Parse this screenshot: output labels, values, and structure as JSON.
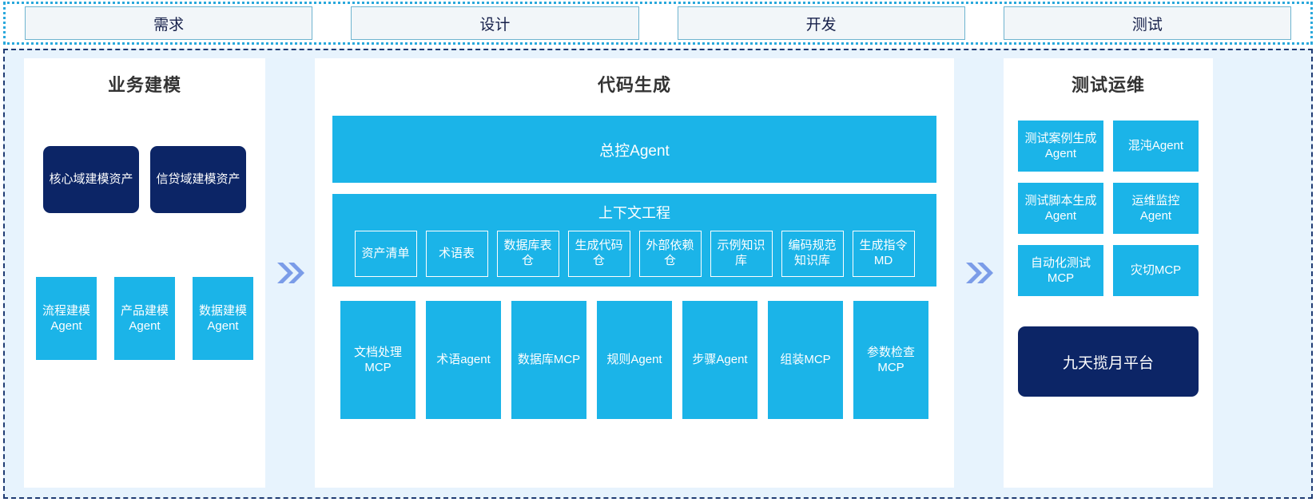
{
  "stages": {
    "items": [
      {
        "label": "需求"
      },
      {
        "label": "设计"
      },
      {
        "label": "开发"
      },
      {
        "label": "测试"
      }
    ]
  },
  "colors": {
    "cyan": "#1bb4e8",
    "navy": "#0c2566",
    "band_bg": "#e7f3fd",
    "arrow": "#7b9ce8",
    "stage_border": "#6fb4cf",
    "title": "#333333"
  },
  "left_panel": {
    "title": "业务建模",
    "assets": [
      {
        "label": "核心域建模资产"
      },
      {
        "label": "信贷域建模资产"
      }
    ],
    "agents": [
      {
        "label": "流程建模Agent"
      },
      {
        "label": "产品建模Agent"
      },
      {
        "label": "数据建模Agent"
      }
    ]
  },
  "center_panel": {
    "title": "代码生成",
    "controller": {
      "label": "总控Agent"
    },
    "context": {
      "title": "上下文工程",
      "items": [
        {
          "label": "资产清单"
        },
        {
          "label": "术语表"
        },
        {
          "label": "数据库表仓"
        },
        {
          "label": "生成代码仓"
        },
        {
          "label": "外部依赖仓"
        },
        {
          "label": "示例知识库"
        },
        {
          "label": "编码规范知识库"
        },
        {
          "label": "生成指令MD"
        }
      ]
    },
    "tools": [
      {
        "label": "文档处理MCP"
      },
      {
        "label": "术语agent"
      },
      {
        "label": "数据库MCP"
      },
      {
        "label": "规则Agent"
      },
      {
        "label": "步骤Agent"
      },
      {
        "label": "组装MCP"
      },
      {
        "label": "参数检查MCP"
      }
    ]
  },
  "right_panel": {
    "title": "测试运维",
    "items": [
      {
        "label": "测试案例生成Agent"
      },
      {
        "label": "混沌Agent"
      },
      {
        "label": "测试脚本生成Agent"
      },
      {
        "label": "运维监控Agent"
      },
      {
        "label": "自动化测试MCP"
      },
      {
        "label": "灾切MCP"
      }
    ],
    "platform": {
      "label": "九天揽月平台"
    }
  },
  "arrows": {
    "left_to_center": "»",
    "center_to_right": "»"
  }
}
